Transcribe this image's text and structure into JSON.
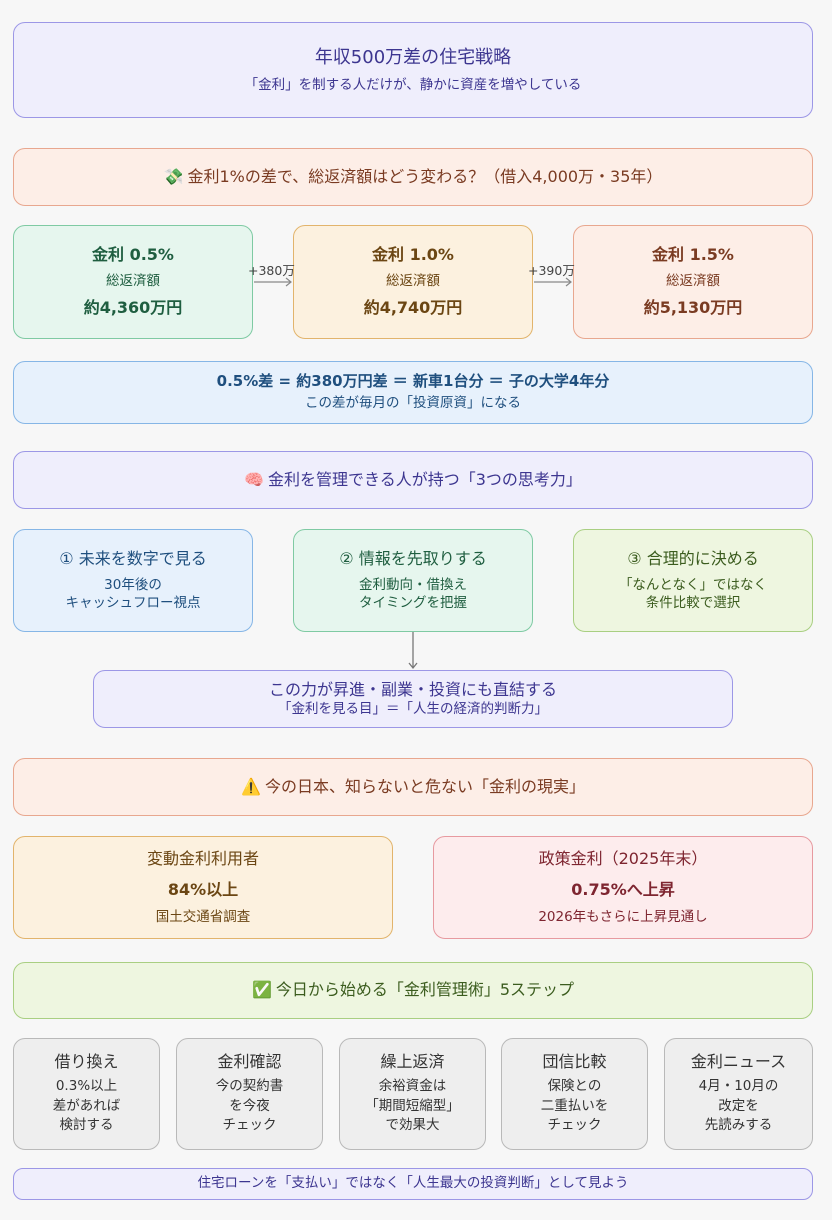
{
  "header": {
    "title": "年収500万差の住宅戦略",
    "subtitle": "「金利」を制する人だけが、静かに資産を増やしている"
  },
  "section1": {
    "icon": "money-with-wings-icon",
    "icon_glyph": "💸",
    "title": "金利1%の差で、総返済額はどう変わる？（借入4,000万・35年）"
  },
  "rates": [
    {
      "label": "金利 0.5%",
      "caption": "総返済額",
      "total": "約4,360万円"
    },
    {
      "label": "金利 1.0%",
      "caption": "総返済額",
      "total": "約4,740万円"
    },
    {
      "label": "金利 1.5%",
      "caption": "総返済額",
      "total": "約5,130万円"
    }
  ],
  "rate_diffs": [
    "+380万",
    "+390万"
  ],
  "summary": {
    "main": "0.5%差 = 約380万円差 ＝ 新車1台分 ＝ 子の大学4年分",
    "sub": "この差が毎月の「投資原資」になる"
  },
  "section2": {
    "icon": "brain-icon",
    "icon_glyph": "🧠",
    "title": "金利を管理できる人が持つ「3つの思考力」"
  },
  "skills": [
    {
      "title": "① 未来を数字で見る",
      "desc": "30年後の\nキャッシュフロー視点"
    },
    {
      "title": "② 情報を先取りする",
      "desc": "金利動向・借換え\nタイミングを把握"
    },
    {
      "title": "③ 合理的に決める",
      "desc": "「なんとなく」ではなく\n条件比較で選択"
    }
  ],
  "result": {
    "main": "この力が昇進・副業・投資にも直結する",
    "sub": "「金利を見る目」＝「人生の経済的判断力」"
  },
  "section3": {
    "icon": "warning-icon",
    "icon_glyph": "⚠️",
    "title": "今の日本、知らないと危ない「金利の現実」"
  },
  "facts": [
    {
      "label": "変動金利利用者",
      "value": "84%以上",
      "note": "国土交通省調査"
    },
    {
      "label": "政策金利（2025年末）",
      "value": "0.75%へ上昇",
      "note": "2026年もさらに上昇見通し"
    }
  ],
  "section4": {
    "icon": "check-mark-icon",
    "icon_glyph": "✅",
    "title": "今日から始める「金利管理術」5ステップ"
  },
  "steps": [
    {
      "title": "借り換え",
      "desc": "0.3%以上\n差があれば\n検討する"
    },
    {
      "title": "金利確認",
      "desc": "今の契約書\nを今夜\nチェック"
    },
    {
      "title": "繰上返済",
      "desc": "余裕資金は\n「期間短縮型」\nで効果大"
    },
    {
      "title": "団信比較",
      "desc": "保険との\n二重払いを\nチェック"
    },
    {
      "title": "金利ニュース",
      "desc": "4月・10月の\n改定を\n先読みする"
    }
  ],
  "footer": "住宅ローンを「支払い」ではなく「人生最大の投資判断」として見よう"
}
